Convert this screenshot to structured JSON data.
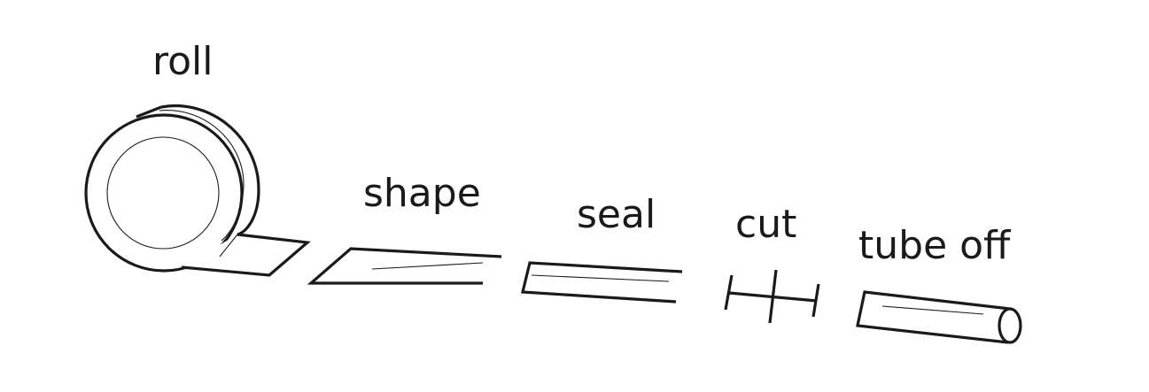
{
  "diagram": {
    "steps": [
      {
        "id": "roll",
        "label": "roll"
      },
      {
        "id": "shape",
        "label": "shape"
      },
      {
        "id": "seal",
        "label": "seal"
      },
      {
        "id": "cut",
        "label": "cut"
      },
      {
        "id": "tube-off",
        "label": "tube off"
      }
    ],
    "colors": {
      "ink": "#1a1a1a",
      "background": "#ffffff"
    }
  }
}
